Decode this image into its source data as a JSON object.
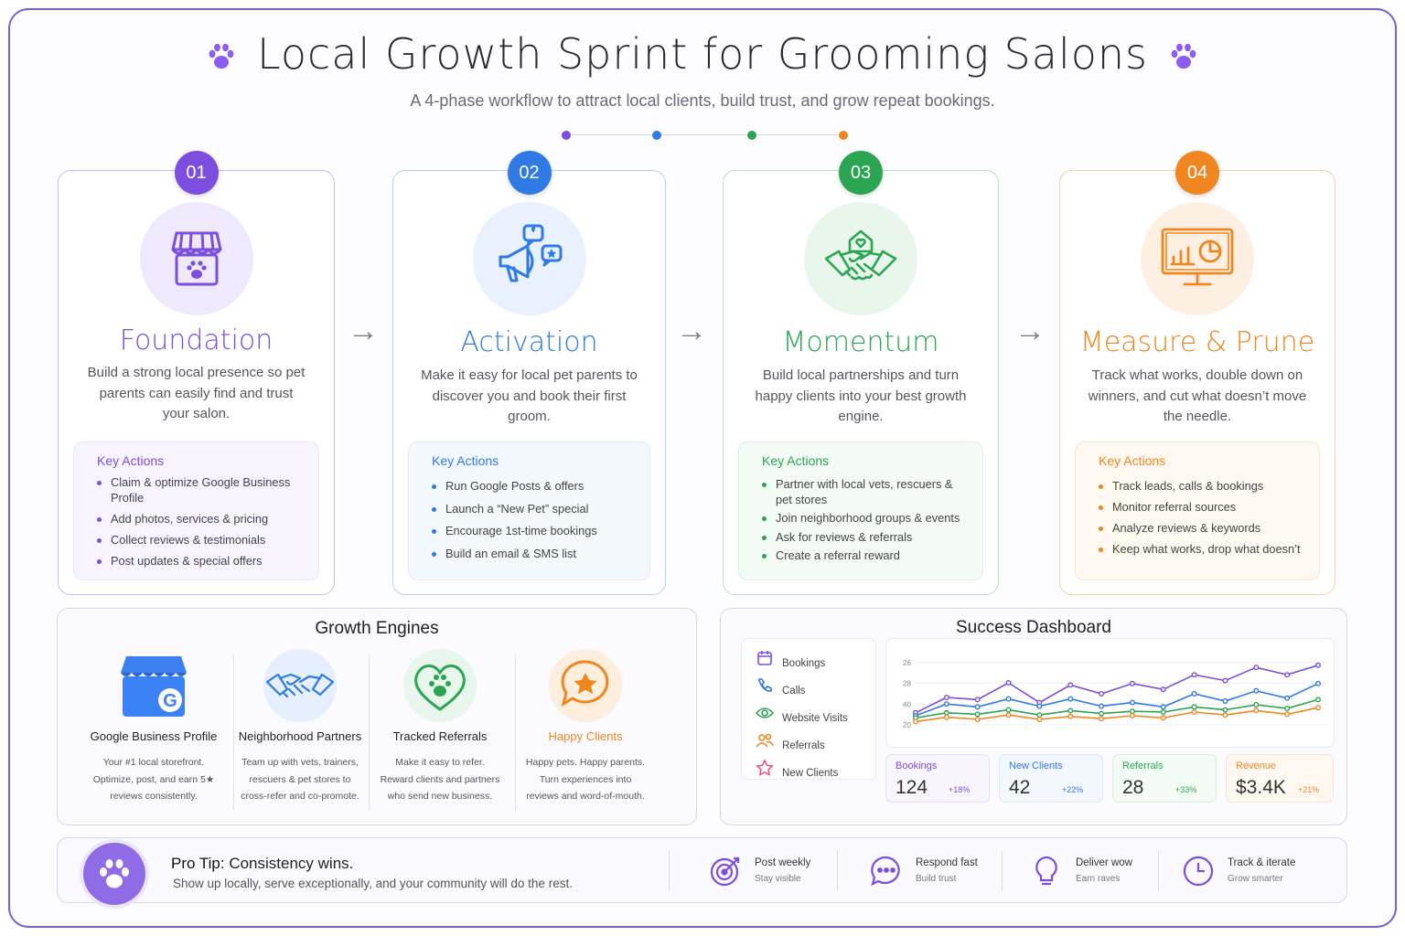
{
  "header": {
    "title": "Local Growth Sprint for Grooming Salons",
    "subtitle": "A 4-phase workflow to attract local clients, build trust, and grow repeat bookings."
  },
  "colors": {
    "purple": "#7c4dde",
    "blue": "#2f7ae5",
    "green": "#2ba552",
    "orange": "#f0861f"
  },
  "phases": [
    {
      "number": "01",
      "name": "Foundation",
      "icon": "storefront-paw-icon",
      "description": "Build a strong local presence so pet parents can easily find and trust your salon.",
      "key_actions_label": "Key Actions",
      "actions": [
        "Claim & optimize Google Business Profile",
        "Add photos, services & pricing",
        "Collect reviews & testimonials",
        "Post updates & special offers"
      ]
    },
    {
      "number": "02",
      "name": "Activation",
      "icon": "megaphone-icon",
      "description": "Make it easy for local pet parents to discover you and book their first groom.",
      "key_actions_label": "Key Actions",
      "actions": [
        "Run Google Posts & offers",
        "Launch a “New Pet” special",
        "Encourage 1st-time bookings",
        "Build an email & SMS list"
      ]
    },
    {
      "number": "03",
      "name": "Momentum",
      "icon": "handshake-icon",
      "description": "Build local partnerships and turn happy clients into your best growth engine.",
      "key_actions_label": "Key Actions",
      "actions": [
        "Partner with local vets, rescuers & pet stores",
        "Join neighborhood groups & events",
        "Ask for reviews & referrals",
        "Create a referral reward"
      ]
    },
    {
      "number": "04",
      "name": "Measure & Prune",
      "icon": "analytics-monitor-icon",
      "description": "Track what works, double down on winners, and cut what doesn’t move the needle.",
      "key_actions_label": "Key Actions",
      "actions": [
        "Track leads, calls & bookings",
        "Monitor referral sources",
        "Analyze reviews & keywords",
        "Keep what works, drop what doesn’t"
      ]
    }
  ],
  "growth_engines": {
    "title": "Growth Engines",
    "items": [
      {
        "name": "Google Business Profile",
        "icon": "google-business-icon",
        "text": [
          "Your #1 local storefront.",
          "Optimize, post, and earn 5★",
          "reviews consistently."
        ]
      },
      {
        "name": "Neighborhood Partners",
        "icon": "handshake-icon",
        "text": [
          "Team up with vets, trainers,",
          "rescuers & pet stores to",
          "cross-refer and co-promote."
        ]
      },
      {
        "name": "Tracked Referrals",
        "icon": "heart-paw-icon",
        "text": [
          "Make it easy to refer.",
          "Reward clients and partners",
          "who send new business."
        ]
      },
      {
        "name": "Happy Clients",
        "icon": "star-chat-icon",
        "text": [
          "Happy pets. Happy parents.",
          "Turn experiences into",
          "reviews and word-of-mouth."
        ]
      }
    ]
  },
  "dashboard": {
    "title": "Success Dashboard",
    "legend": [
      {
        "label": "Bookings",
        "icon": "calendar-icon"
      },
      {
        "label": "Calls",
        "icon": "phone-icon"
      },
      {
        "label": "Website Visits",
        "icon": "eye-icon"
      },
      {
        "label": "Referrals",
        "icon": "people-icon"
      },
      {
        "label": "New Clients",
        "icon": "star-icon"
      }
    ],
    "stats": [
      {
        "label": "Bookings",
        "value": "124",
        "delta": "+18%"
      },
      {
        "label": "New Clients",
        "value": "42",
        "delta": "+22%"
      },
      {
        "label": "Referrals",
        "value": "28",
        "delta": "+33%"
      },
      {
        "label": "Revenue",
        "value": "$3.4K",
        "delta": "+21%"
      }
    ]
  },
  "chart_data": {
    "type": "line",
    "yticks": [
      "26",
      "28",
      "40",
      "20"
    ],
    "x": [
      1,
      2,
      3,
      4,
      5,
      6,
      7,
      8,
      9,
      10,
      11,
      12,
      13
    ],
    "series": [
      {
        "color": "#7c4dde",
        "values": [
          0.24,
          0.45,
          0.42,
          0.65,
          0.38,
          0.62,
          0.5,
          0.64,
          0.56,
          0.76,
          0.68,
          0.86,
          0.76,
          0.89
        ]
      },
      {
        "color": "#2f7ae5",
        "values": [
          0.2,
          0.36,
          0.32,
          0.43,
          0.33,
          0.43,
          0.33,
          0.38,
          0.32,
          0.5,
          0.4,
          0.54,
          0.44,
          0.64
        ]
      },
      {
        "color": "#2ba552",
        "values": [
          0.17,
          0.24,
          0.22,
          0.28,
          0.21,
          0.27,
          0.23,
          0.26,
          0.25,
          0.32,
          0.28,
          0.35,
          0.3,
          0.42
        ]
      },
      {
        "color": "#f0861f",
        "values": [
          0.12,
          0.18,
          0.15,
          0.21,
          0.15,
          0.19,
          0.16,
          0.2,
          0.17,
          0.25,
          0.21,
          0.27,
          0.22,
          0.31
        ]
      }
    ]
  },
  "pro_tip": {
    "label": "Pro Tip:",
    "headline": "Consistency wins.",
    "text": "Show up locally, serve exceptionally, and your community will do the rest.",
    "items": [
      {
        "label": "Post weekly",
        "sub": "Stay visible",
        "icon": "target-icon"
      },
      {
        "label": "Respond fast",
        "sub": "Build trust",
        "icon": "chat-bubble-icon"
      },
      {
        "label": "Deliver wow",
        "sub": "Earn raves",
        "icon": "lightbulb-icon"
      },
      {
        "label": "Track & iterate",
        "sub": "Grow smarter",
        "icon": "clock-icon"
      }
    ]
  }
}
